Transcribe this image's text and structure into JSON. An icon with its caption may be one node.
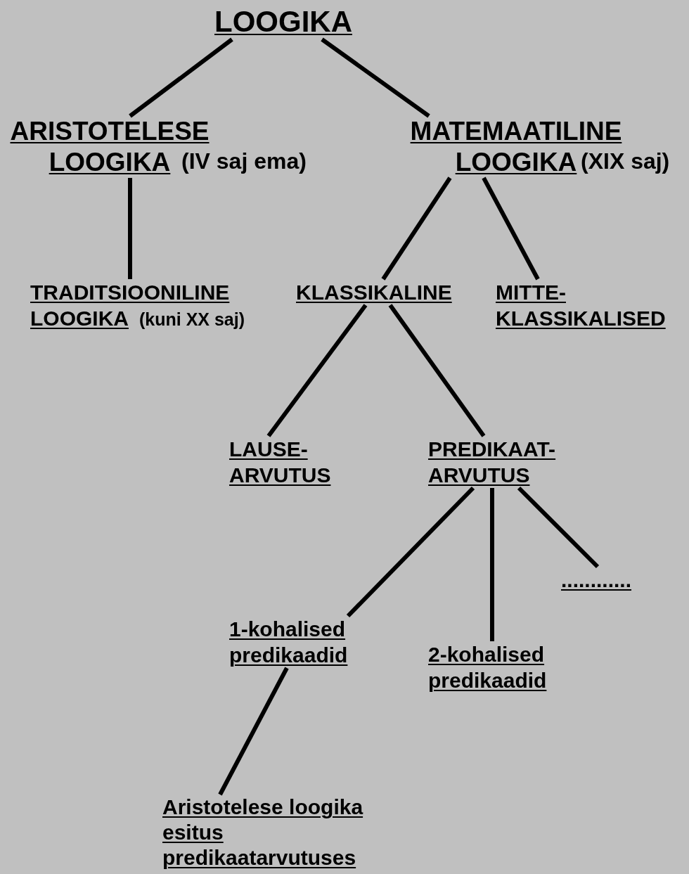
{
  "diagram": {
    "nodes": [
      {
        "text": [
          "LOOGIKA"
        ]
      },
      {
        "text": [
          "ARISTOTELESE LOOGIKA"
        ],
        "beside": [
          "(IV saj ema)"
        ]
      },
      {
        "text": [
          "MATEMAATILINE LOOGIKA"
        ],
        "beside": [
          "(XIX saj)"
        ]
      },
      {
        "text": [
          "TRADITSIOONILINE LOOGIKA"
        ],
        "beside": [
          "(kuni XX saj)"
        ]
      },
      {
        "text": [
          "KLASSIKALINE"
        ]
      },
      {
        "text": [
          "MITTE- KLASSIKALISED"
        ]
      },
      {
        "text": [
          "LAUSE- ARVUTUS"
        ]
      },
      {
        "text": [
          "PREDIKAAT- ARVUTUS"
        ]
      },
      {
        "text": [
          "............"
        ]
      },
      {
        "text": [
          "1-kohalised predikaadid"
        ]
      },
      {
        "text": [
          "2-kohalised predikaadid"
        ]
      },
      {
        "text": [
          "Aristotelese loogika esitus predikaatarvutuses"
        ]
      }
    ],
    "edges": [
      {
        "from": 0,
        "to": 1,
        "arrow": "none"
      },
      {
        "from": 0,
        "to": 2,
        "arrow": "none"
      },
      {
        "from": 1,
        "to": 3,
        "arrow": "none"
      },
      {
        "from": 2,
        "to": 4,
        "arrow": "none"
      },
      {
        "from": 2,
        "to": 5,
        "arrow": "none"
      },
      {
        "from": 4,
        "to": 6,
        "arrow": "none"
      },
      {
        "from": 4,
        "to": 7,
        "arrow": "none"
      },
      {
        "from": 7,
        "to": 9,
        "arrow": "none"
      },
      {
        "from": 7,
        "to": 10,
        "arrow": "none"
      },
      {
        "from": 7,
        "to": 8,
        "arrow": "none"
      },
      {
        "from": 9,
        "to": 11,
        "arrow": "none"
      }
    ]
  }
}
